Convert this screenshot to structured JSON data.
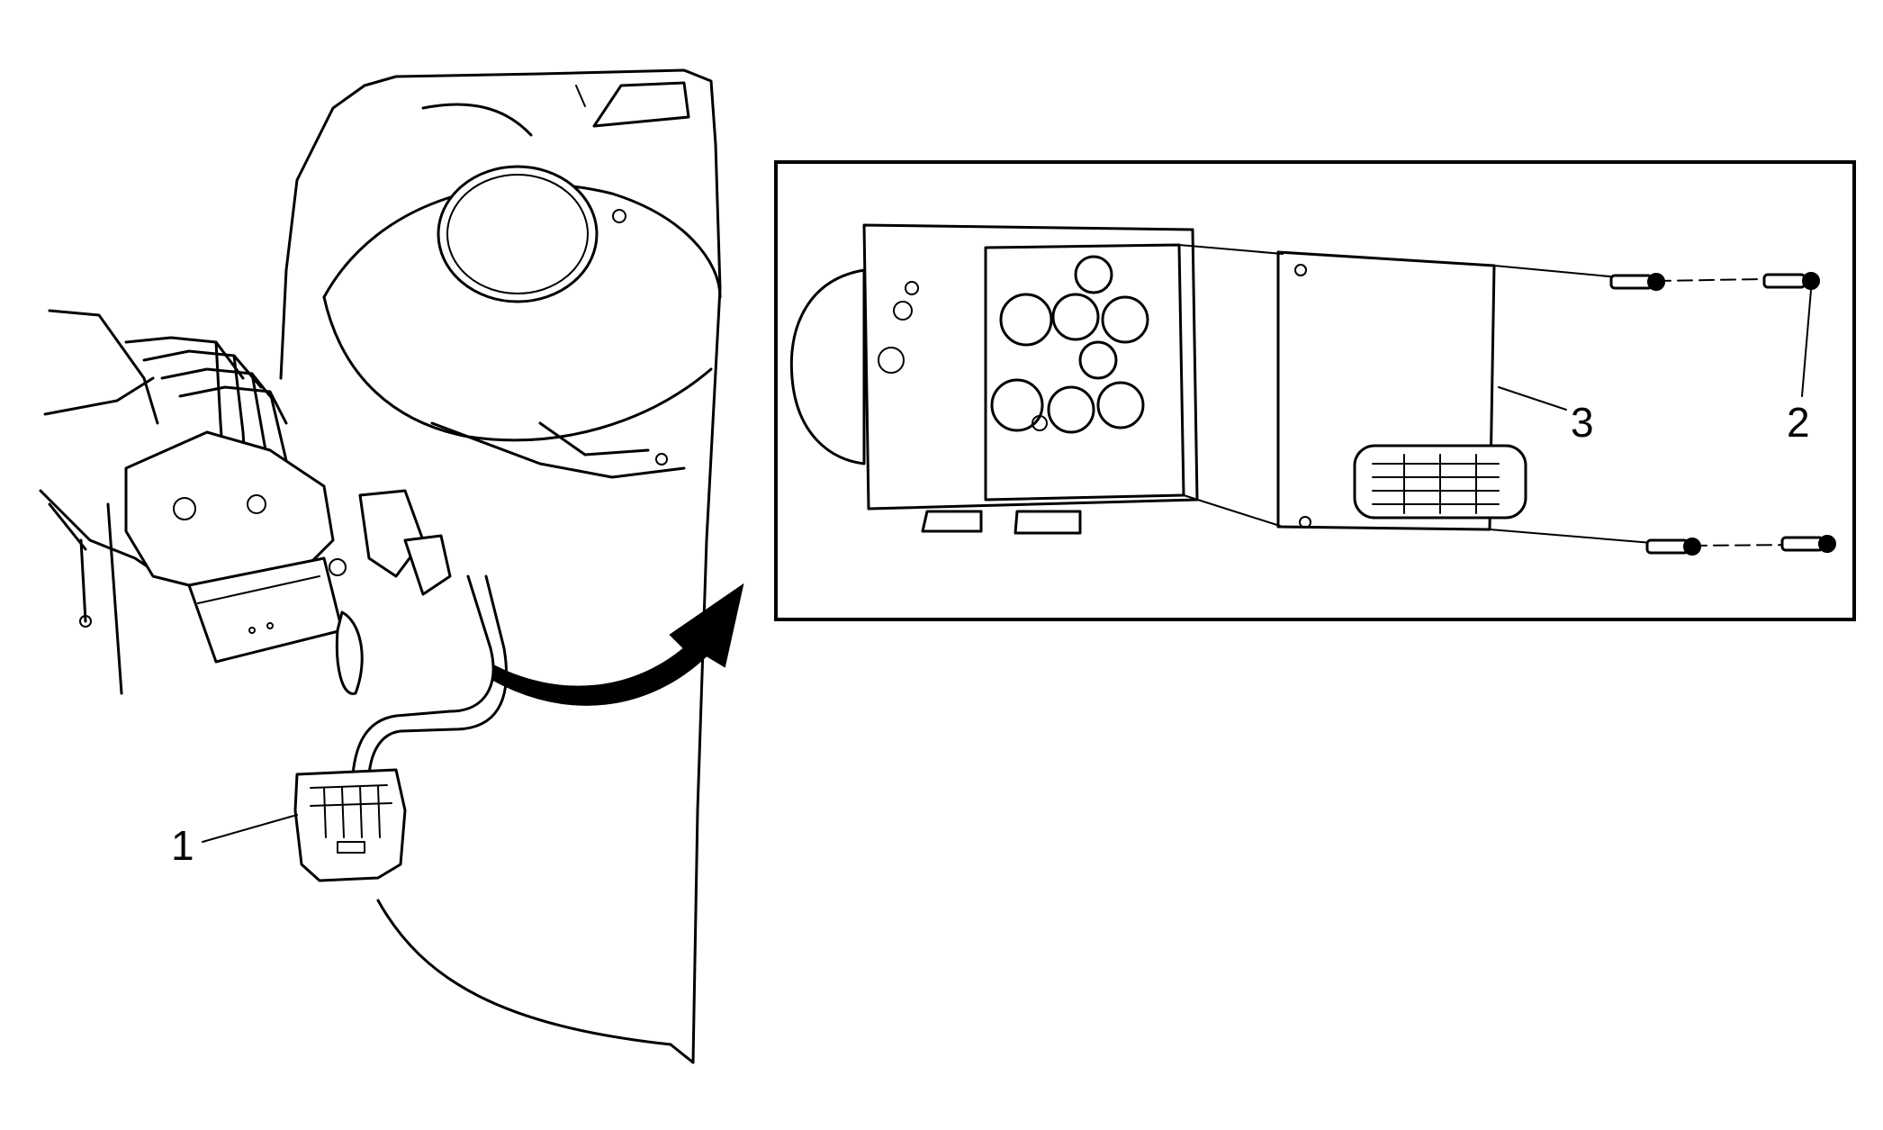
{
  "callouts": {
    "item1": "1",
    "item2": "2",
    "item3": "3"
  }
}
